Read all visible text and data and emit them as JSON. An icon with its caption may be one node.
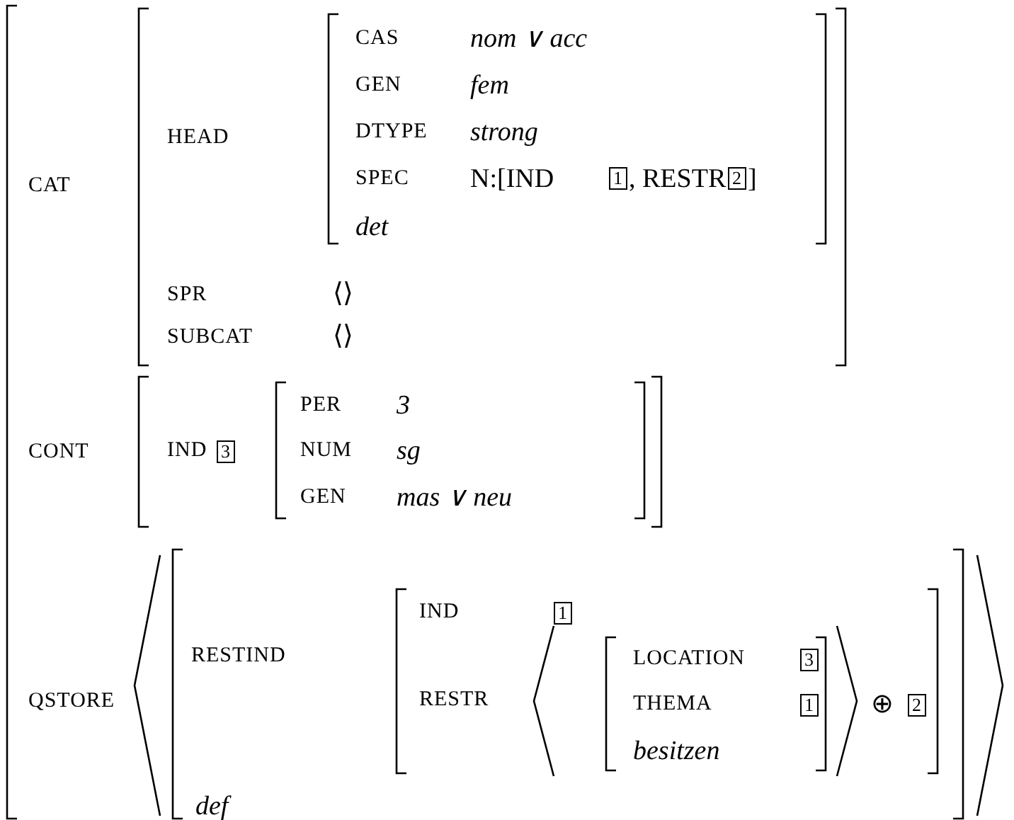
{
  "diagram": {
    "labels": [
      "CAT",
      "HEAD",
      "CAS",
      "nom ∨ acc",
      "GEN",
      "fem",
      "DTYPE",
      "strong",
      "SPEC",
      "N:[IND",
      "1",
      ", RESTR",
      "2",
      "]",
      "det",
      "SPR",
      "⟨⟩",
      "SUBCAT",
      "⟨⟩",
      "CONT",
      "IND",
      "3",
      "PER",
      "3",
      "NUM",
      "sg",
      "GEN",
      "mas ∨ neu",
      "QSTORE",
      "RESTIND",
      "IND",
      "1",
      "RESTR",
      "LOCATION",
      "3",
      "THEMA",
      "1",
      "besitzen",
      "⊕",
      "2",
      "def"
    ]
  }
}
